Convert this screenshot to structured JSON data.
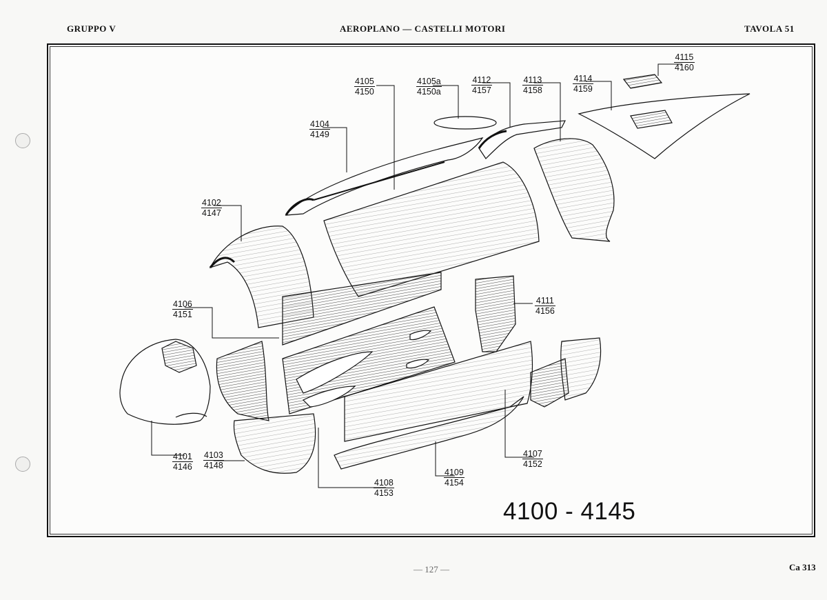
{
  "header": {
    "left": "GRUPPO V",
    "center": "AEROPLANO — CASTELLI MOTORI",
    "right": "TAVOLA 51"
  },
  "callouts": [
    {
      "id": "c4115",
      "top": "4115",
      "bottom": "4160"
    },
    {
      "id": "c4105",
      "top": "4105",
      "bottom": "4150"
    },
    {
      "id": "c4105a",
      "top": "4105a",
      "bottom": "4150a"
    },
    {
      "id": "c4112",
      "top": "4112",
      "bottom": "4157"
    },
    {
      "id": "c4113",
      "top": "4113",
      "bottom": "4158"
    },
    {
      "id": "c4114",
      "top": "4114",
      "bottom": "4159"
    },
    {
      "id": "c4104",
      "top": "4104",
      "bottom": "4149"
    },
    {
      "id": "c4102",
      "top": "4102",
      "bottom": "4147"
    },
    {
      "id": "c4106",
      "top": "4106",
      "bottom": "4151"
    },
    {
      "id": "c4111",
      "top": "4111",
      "bottom": "4156"
    },
    {
      "id": "c4101",
      "top": "4101",
      "bottom": "4146"
    },
    {
      "id": "c4103",
      "top": "4103",
      "bottom": "4148"
    },
    {
      "id": "c4107",
      "top": "4107",
      "bottom": "4152"
    },
    {
      "id": "c4109",
      "top": "4109",
      "bottom": "4154"
    },
    {
      "id": "c4108",
      "top": "4108",
      "bottom": "4153"
    }
  ],
  "range_label": "4100 - 4145",
  "footer": {
    "page": "— 127 —",
    "code": "Ca 313"
  },
  "colors": {
    "ink": "#111111",
    "paper": "#fcfcfb",
    "shade": "#555555"
  }
}
